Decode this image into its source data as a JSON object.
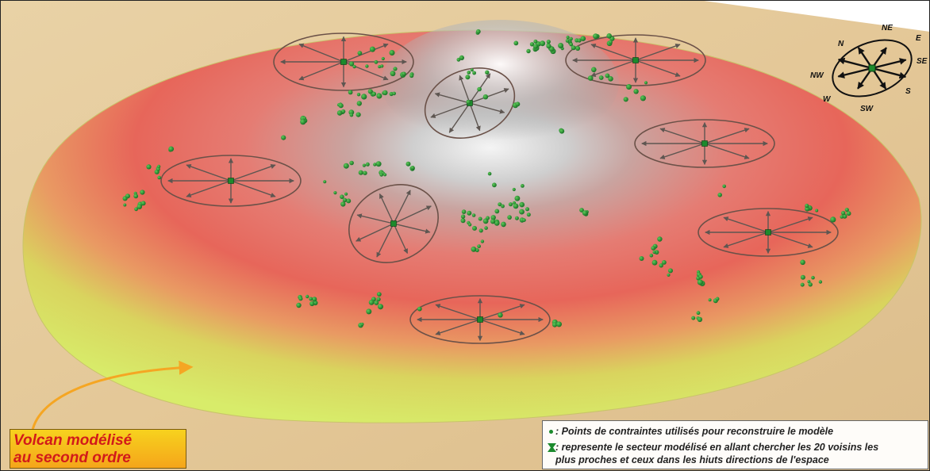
{
  "compass": {
    "labels": [
      "N",
      "NE",
      "E",
      "SE",
      "S",
      "SW",
      "W",
      "NW"
    ]
  },
  "caption": {
    "line1": "Volcan modélisé",
    "line2": "au second ordre"
  },
  "legend": {
    "item1": ": Points de contraintes utilisés pour reconstruire le modèle",
    "item2_line1": ": represente le secteur modélisé en allant chercher les 20 voisins les",
    "item2_line2": "plus proches et ceux dans les hiuts directions de l'espace"
  },
  "colors": {
    "points": "#1c8a2c",
    "ellipse": "#6b5148",
    "arrow": "#5e5651",
    "caption_text": "#d21a1a",
    "caption_bg": "#f5b81c",
    "pointer_arrow": "#f5a623"
  }
}
